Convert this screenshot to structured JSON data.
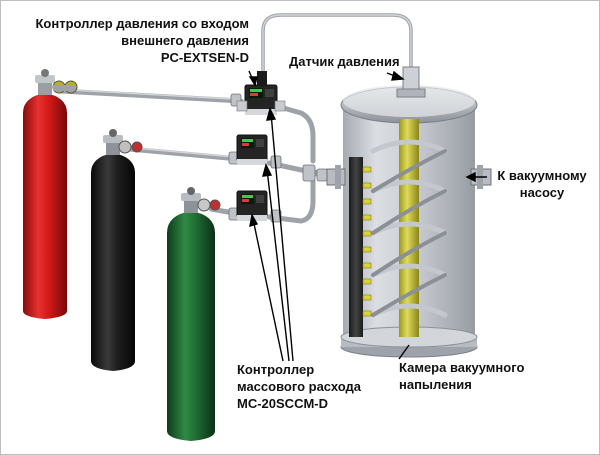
{
  "labels": {
    "pressure_controller": {
      "lines": [
        "Контроллер давления со входом",
        "внешнего давления",
        "PC-EXTSEN-D"
      ]
    },
    "pressure_sensor": "Датчик давления",
    "vacuum_pump": {
      "lines": [
        "К вакуумному",
        "насосу"
      ]
    },
    "mass_flow_controller": {
      "lines": [
        "Контроллер",
        "массового расхода",
        "MC-20SCCM-D"
      ]
    },
    "vacuum_chamber": {
      "lines": [
        "Камера вакуумного",
        "напыления"
      ]
    }
  },
  "colors": {
    "cylinder_red": "#d01818",
    "cylinder_black": "#1e1e1e",
    "cylinder_green": "#1f6e32",
    "chamber_glass": "#c9ccd2",
    "rod": "#c9c63a",
    "pipe": "#a8acb3"
  }
}
